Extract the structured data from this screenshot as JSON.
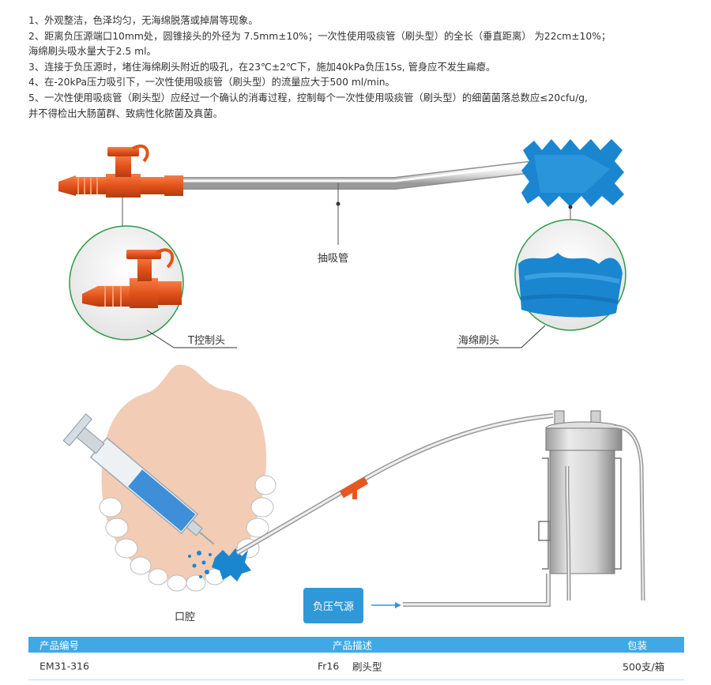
{
  "specs": [
    "1、外观整洁，色泽均匀，无海绵脱落或掉屑等现象。",
    "2、距离负压源端口10mm处，圆锥接头的外径为 7.5mm±10%；一次性使用吸痰管（刷头型）的全长（垂直距离） 为22cm±10%；",
    "海绵刷头吸水量大于2.5 ml。",
    "3、连接于负压源时，堵住海绵刷头附近的吸孔，在23℃±2℃下，施加40kPa负压15s, 管身应不发生扁瘪。",
    "4、在-20kPa压力吸引下，一次性使用吸痰管（刷头型）的流量应大于500 ml/min。",
    "5、一次性使用吸痰管（刷头型）应经过一个确认的消毒过程，控制每个一次性使用吸痰管（刷头型）的细菌菌落总数应≤20cfu/g,",
    "并不得检出大肠菌群、致病性化脓菌及真菌。"
  ],
  "labels": {
    "tube": "抽吸管",
    "t_head": "T控制头",
    "sponge": "海绵刷头",
    "mouth": "口腔",
    "source": "负压气源"
  },
  "table": {
    "headers": [
      "产品编号",
      "产品描述",
      "包装"
    ],
    "rows": [
      {
        "code": "EM31-316",
        "size": "Fr16",
        "type": "刷头型",
        "pack": "500支/箱"
      }
    ]
  },
  "colors": {
    "orange": "#e8571f",
    "sponge_blue": "#1a86d0",
    "accent_blue": "#3fa9e6",
    "circle_green": "#2e9a47"
  }
}
